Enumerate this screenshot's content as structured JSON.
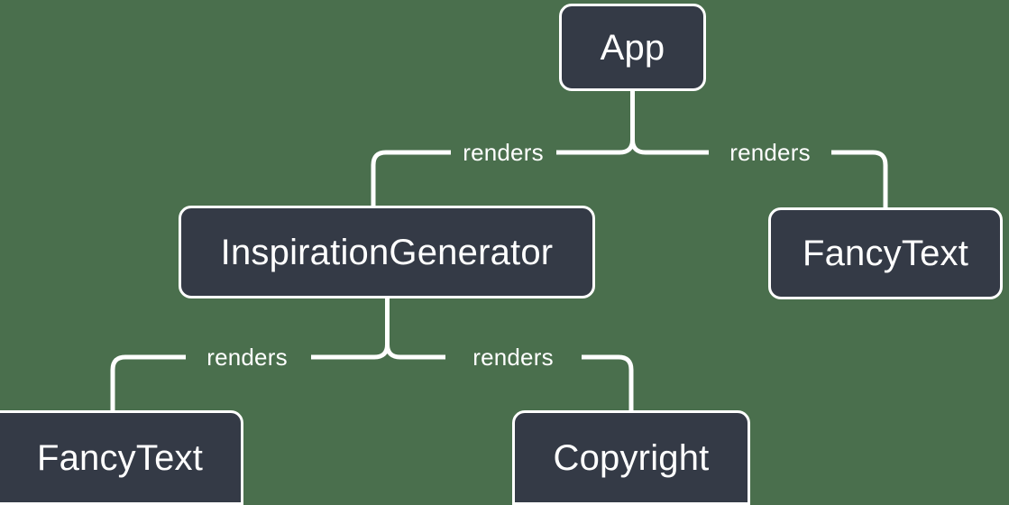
{
  "diagram": {
    "type": "component-tree",
    "background_color": "#4a6f4d",
    "node_fill_color": "#343a46",
    "node_border_color": "#ffffff",
    "edge_color": "#ffffff",
    "text_color": "#ffffff",
    "nodes": [
      {
        "id": "app",
        "label": "App"
      },
      {
        "id": "inspgen",
        "label": "InspirationGenerator"
      },
      {
        "id": "fancy_right",
        "label": "FancyText"
      },
      {
        "id": "fancy_left",
        "label": "FancyText"
      },
      {
        "id": "copyright",
        "label": "Copyright"
      }
    ],
    "edges": [
      {
        "from": "app",
        "to": "inspgen",
        "label": "renders"
      },
      {
        "from": "app",
        "to": "fancy_right",
        "label": "renders"
      },
      {
        "from": "inspgen",
        "to": "fancy_left",
        "label": "renders"
      },
      {
        "from": "inspgen",
        "to": "copyright",
        "label": "renders"
      }
    ]
  }
}
